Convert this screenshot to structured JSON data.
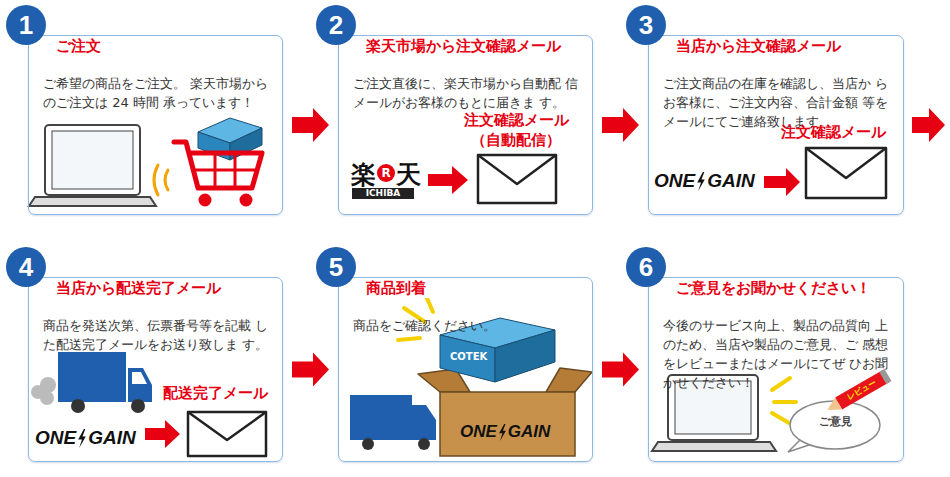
{
  "diagram": {
    "nodes": [
      {
        "text": [
          "ご注文",
          "ご希望の商品をご注文。 楽天市場からのご注文は 24 時間 承っています！"
        ]
      },
      {
        "text": [
          "1"
        ],
        "in": 0
      },
      {
        "text": [
          "楽天市場から注文確認メール",
          "ご注文直後に、楽天市場から自動配 信メールがお客様のもとに届きま す。"
        ]
      },
      {
        "text": [
          "2"
        ],
        "in": 2
      },
      {
        "text": [
          "当店から注文確認メール",
          "ご注文商品の在庫を確認し、当店か らお客様に、ご注文内容、合計金額 等をメールにてご連絡致します。"
        ]
      },
      {
        "text": [
          "3"
        ],
        "in": 4
      },
      {
        "text": [
          "当店から配送完了メール",
          "商品を発送次第、伝票番号等を記載 した配送完了メールをお送り致しま す。"
        ]
      },
      {
        "text": [
          "4"
        ],
        "in": 6
      },
      {
        "text": [
          "商品到着",
          "商品をご確認ください。"
        ]
      },
      {
        "text": [
          "5"
        ],
        "in": 8
      },
      {
        "text": [
          "ご意見をお聞かせください！",
          "今後のサービス向上、製品の品質向 上のため、当店や製品のご意見、ご 感想をレビューまたはメールにてぜ ひお聞かせください！"
        ]
      },
      {
        "text": [
          "6"
        ],
        "in": 10
      }
    ],
    "edges": [
      {
        "from": 0,
        "to": 2,
        "arrow": "to"
      },
      {
        "from": 2,
        "to": 4,
        "arrow": "to"
      },
      {
        "from": 6,
        "to": 8,
        "arrow": "to"
      },
      {
        "from": 8,
        "to": 10,
        "arrow": "to"
      }
    ],
    "labels": [
      "注文確認メール （自動配信）",
      "楽",
      "R",
      "天",
      "ICHIBA",
      "注文確認メール",
      "ONE",
      "GAIN",
      "配送完了メール",
      "ONE",
      "GAIN",
      "COTEK",
      "ONE",
      "GAIN",
      "ご意見",
      "レビュー"
    ]
  }
}
